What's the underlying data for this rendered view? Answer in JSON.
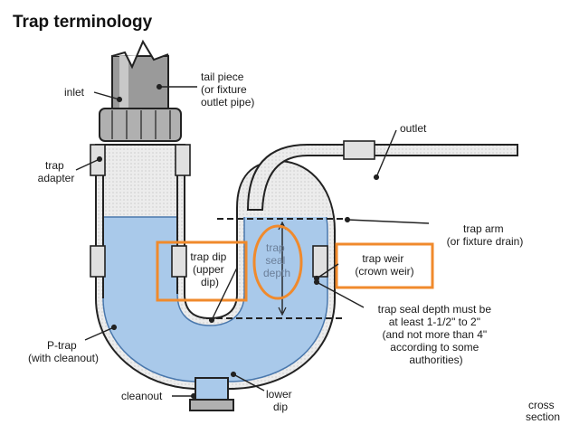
{
  "title": "Trap terminology",
  "labels": {
    "inlet": "inlet",
    "tail_piece": [
      "tail piece",
      "(or fixture",
      "outlet pipe)"
    ],
    "outlet": "outlet",
    "trap_adapter": [
      "trap",
      "adapter"
    ],
    "trap_arm": [
      "trap arm",
      "(or fixture drain)"
    ],
    "trap_dip": [
      "trap dip",
      "(upper",
      "dip)"
    ],
    "trap_seal_depth": [
      "trap",
      "seal",
      "depth"
    ],
    "trap_weir": [
      "trap weir",
      "(crown weir)"
    ],
    "seal_depth_note": [
      "trap seal depth must be",
      "at least 1-1/2\" to 2\"",
      "(and not more than 4\"",
      "according to some",
      "authorities)"
    ],
    "p_trap": [
      "P-trap",
      "(with cleanout)"
    ],
    "cleanout": "cleanout",
    "lower_dip": [
      "lower",
      "dip"
    ],
    "cross_section": [
      "cross",
      "section"
    ]
  },
  "colors": {
    "water": "#a9c9ea",
    "water_edge": "#4a78ad",
    "pipe_wall": "#e6e6e6",
    "highlight": "#f08a2c",
    "metal": "#9a9a9a"
  }
}
